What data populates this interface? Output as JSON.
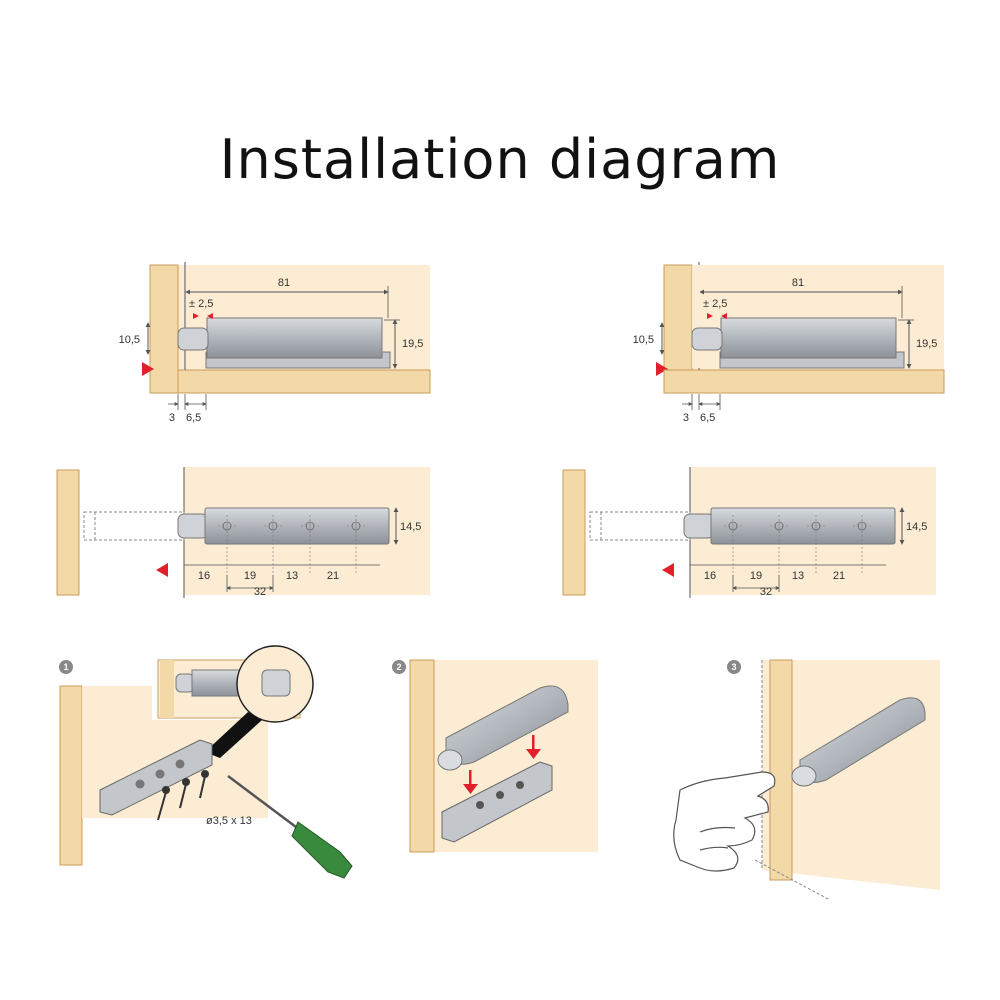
{
  "title": "Installation diagram",
  "colors": {
    "wood": "#f6ddb2",
    "wood_edge": "#c99c5c",
    "device": "#b7bcc2",
    "device_dark": "#8b9096",
    "marker": "#e0202a",
    "line": "#555555",
    "handle": "#3a8a3e"
  },
  "side_view": {
    "length": "81",
    "tolerance": "± 2,5",
    "offset_top": "10,5",
    "height": "19,5",
    "gap": "3",
    "inset": "6,5"
  },
  "top_view": {
    "width": "14,5",
    "spacing": [
      "16",
      "19",
      "13",
      "21"
    ],
    "total": "32"
  },
  "steps": {
    "one": {
      "number": "1",
      "screw": "ø3,5 x 13"
    },
    "two": {
      "number": "2"
    },
    "three": {
      "number": "3"
    }
  }
}
